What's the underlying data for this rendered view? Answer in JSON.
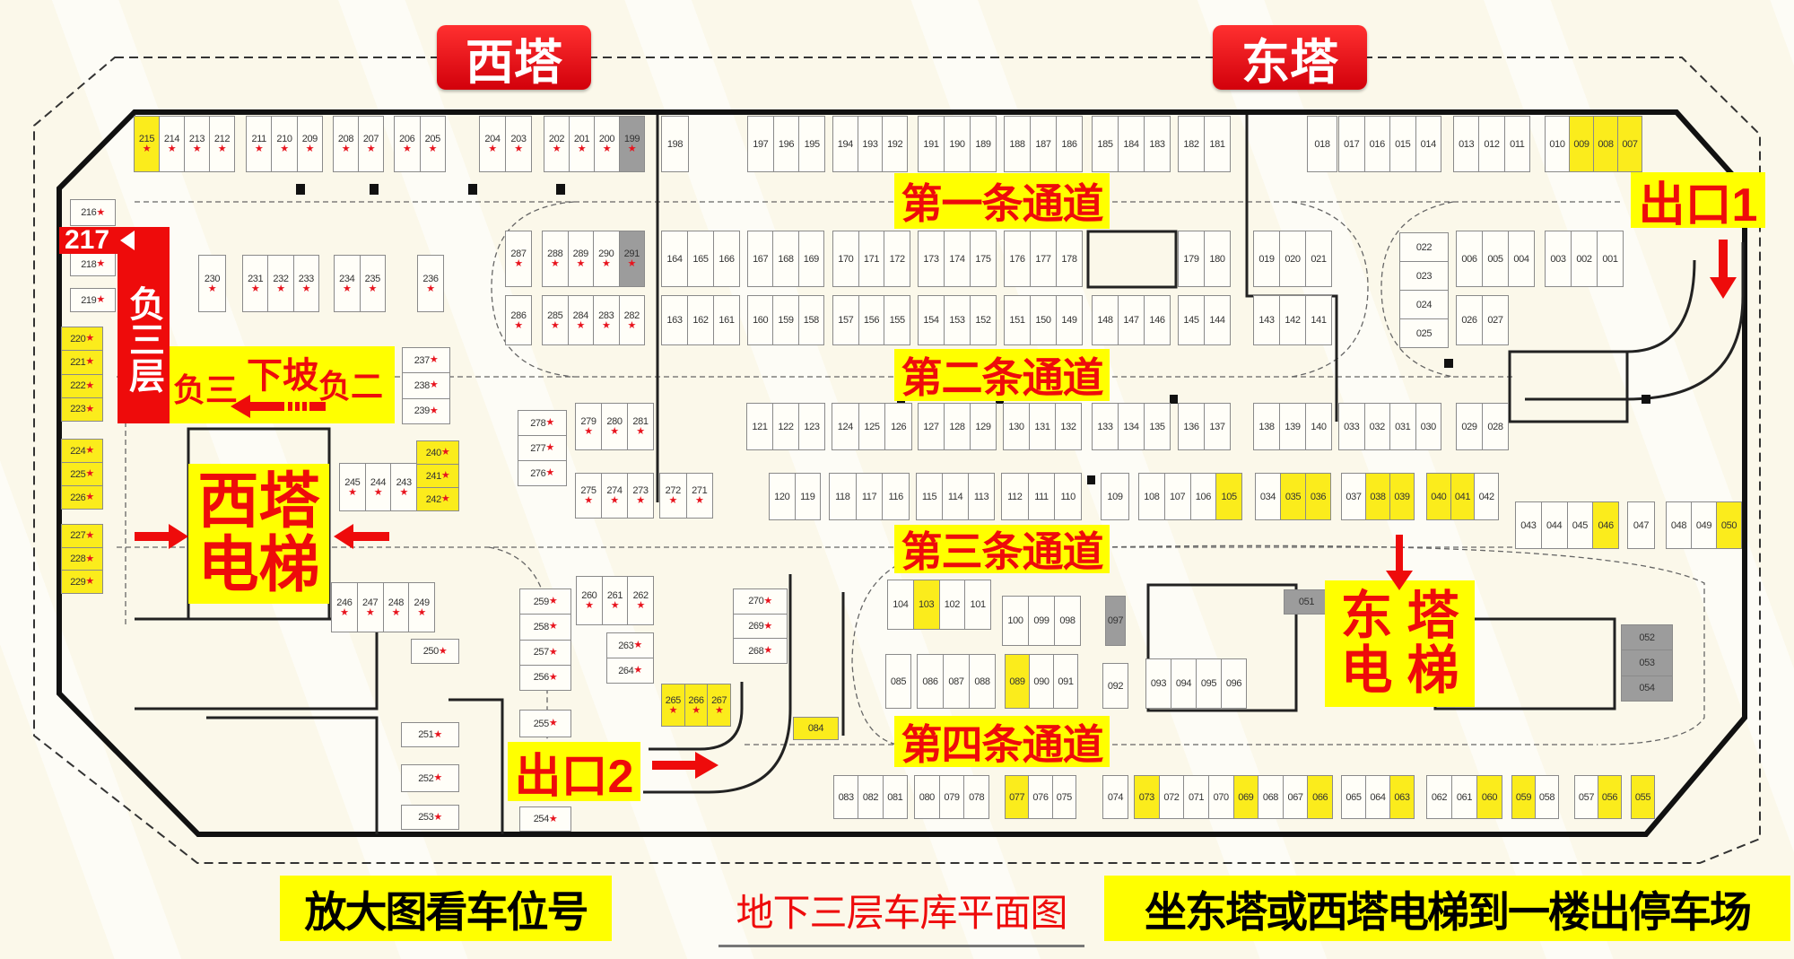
{
  "header": {
    "west_tower": "西塔",
    "east_tower": "东塔"
  },
  "lanes": [
    "第一条通道",
    "第二条通道",
    "第三条通道",
    "第四条通道"
  ],
  "exits": {
    "exit1": "出口1",
    "exit2": "出口2"
  },
  "elevators": {
    "west": {
      "line1": "西塔",
      "line2": "电梯"
    },
    "east": {
      "line1": "东 塔",
      "line2": "电 梯"
    }
  },
  "level_marker": {
    "spot": "217",
    "level": "负三层"
  },
  "ramp": {
    "from": "负三",
    "label": "下坡",
    "to": "负二"
  },
  "footer": {
    "hint_left": "放大图看车位号",
    "title": "地下三层车库平面图",
    "hint_right": "坐东塔或西塔电梯到一楼出停车场"
  },
  "colors": {
    "highlight_yellow": "#fbec1c",
    "accent_red": "#ee0b0b",
    "reserved_gray": "#9c9c9c"
  },
  "status": {
    "starred_min": 199,
    "starred_max": 291,
    "yellow": [
      "215",
      "220",
      "221",
      "222",
      "223",
      "224",
      "225",
      "226",
      "227",
      "228",
      "229",
      "240",
      "241",
      "242",
      "265",
      "266",
      "267",
      "009",
      "008",
      "007",
      "105",
      "035",
      "036",
      "038",
      "039",
      "040",
      "041",
      "046",
      "050",
      "103",
      "089",
      "084",
      "077",
      "073",
      "069",
      "066",
      "063",
      "060",
      "059",
      "056",
      "055"
    ],
    "gray": [
      "199",
      "291",
      "097",
      "051",
      "052",
      "053",
      "054"
    ]
  },
  "spots": {
    "top_w1": [
      "215",
      "214",
      "213",
      "212"
    ],
    "top_w2": [
      "211",
      "210",
      "209"
    ],
    "top_w3": [
      "208",
      "207"
    ],
    "top_w4": [
      "206",
      "205"
    ],
    "top_w5": [
      "204",
      "203"
    ],
    "top_w6": [
      "202",
      "201",
      "200",
      "199"
    ],
    "top_m0": [
      "198"
    ],
    "top_m1": [
      "197",
      "196",
      "195"
    ],
    "top_m2": [
      "194",
      "193",
      "192"
    ],
    "top_m3": [
      "191",
      "190",
      "189"
    ],
    "top_m4": [
      "188",
      "187",
      "186"
    ],
    "top_m5": [
      "185",
      "184",
      "183"
    ],
    "top_m6": [
      "182",
      "181"
    ],
    "top_e1": [
      "018"
    ],
    "top_e2": [
      "017",
      "016",
      "015",
      "014"
    ],
    "top_e3": [
      "013",
      "012",
      "011"
    ],
    "top_e4": [
      "010",
      "009",
      "008",
      "007"
    ],
    "w_216": [
      "216"
    ],
    "w_218": [
      "218"
    ],
    "w_219": [
      "219"
    ],
    "w_220": [
      "220",
      "221",
      "222",
      "223"
    ],
    "w_224": [
      "224",
      "225",
      "226"
    ],
    "w_227": [
      "227",
      "228",
      "229"
    ],
    "w_230": [
      "230"
    ],
    "w_231": [
      "231",
      "232",
      "233"
    ],
    "w_234": [
      "234",
      "235"
    ],
    "w_236": [
      "236"
    ],
    "w_237": [
      "237",
      "238",
      "239"
    ],
    "w_240": [
      "240",
      "241",
      "242"
    ],
    "w_245": [
      "245",
      "244",
      "243"
    ],
    "w_246": [
      "246",
      "247",
      "248",
      "249"
    ],
    "w_250": [
      "250"
    ],
    "w_251": [
      "251"
    ],
    "w_252": [
      "252"
    ],
    "w_253": [
      "253"
    ],
    "b1_287": [
      "287"
    ],
    "b1_288": [
      "288",
      "289",
      "290",
      "291"
    ],
    "b2_286": [
      "286"
    ],
    "b2_285": [
      "285",
      "284",
      "283",
      "282"
    ],
    "b1_m1": [
      "164",
      "165",
      "166"
    ],
    "b1_m2": [
      "167",
      "168",
      "169"
    ],
    "b1_m3": [
      "170",
      "171",
      "172"
    ],
    "b1_m4": [
      "173",
      "174",
      "175"
    ],
    "b1_m5": [
      "176",
      "177",
      "178"
    ],
    "b1_m6": [
      "179",
      "180"
    ],
    "b2_m1": [
      "163",
      "162",
      "161"
    ],
    "b2_m2": [
      "160",
      "159",
      "158"
    ],
    "b2_m3": [
      "157",
      "156",
      "155"
    ],
    "b2_m4": [
      "154",
      "153",
      "152"
    ],
    "b2_m5": [
      "151",
      "150",
      "149"
    ],
    "b2_m6": [
      "148",
      "147",
      "146"
    ],
    "b2_m7": [
      "145",
      "144"
    ],
    "b1_e1": [
      "019",
      "020",
      "021"
    ],
    "b2_e1": [
      "143",
      "142",
      "141"
    ],
    "b_022": [
      "022",
      "023",
      "024",
      "025"
    ],
    "b1_e2": [
      "006",
      "005",
      "004"
    ],
    "b1_e3": [
      "003",
      "002",
      "001"
    ],
    "b2_e2": [
      "026",
      "027"
    ],
    "d_278": [
      "278",
      "277",
      "276"
    ],
    "d_279": [
      "279",
      "280",
      "281"
    ],
    "d_m1": [
      "121",
      "122",
      "123"
    ],
    "d_m2": [
      "124",
      "125",
      "126"
    ],
    "d_m3": [
      "127",
      "128",
      "129"
    ],
    "d_m4": [
      "130",
      "131",
      "132"
    ],
    "d_m5": [
      "133",
      "134",
      "135"
    ],
    "d_m6": [
      "136",
      "137"
    ],
    "d_e1": [
      "138",
      "139",
      "140"
    ],
    "d_e2": [
      "033",
      "032",
      "031",
      "030"
    ],
    "d_e3": [
      "029",
      "028"
    ],
    "e_275": [
      "275",
      "274",
      "273"
    ],
    "e_272": [
      "272",
      "271"
    ],
    "e_m1": [
      "120",
      "119"
    ],
    "e_m2": [
      "118",
      "117",
      "116"
    ],
    "e_m3": [
      "115",
      "114",
      "113"
    ],
    "e_m4": [
      "112",
      "111",
      "110"
    ],
    "e_m5": [
      "109"
    ],
    "e_m6": [
      "108",
      "107",
      "106",
      "105"
    ],
    "e_e1": [
      "034",
      "035",
      "036"
    ],
    "e_e2": [
      "037",
      "038",
      "039"
    ],
    "e_e3": [
      "040",
      "041",
      "042"
    ],
    "e2_1": [
      "043",
      "044",
      "045",
      "046"
    ],
    "e2_2": [
      "047"
    ],
    "e2_3": [
      "048",
      "049",
      "050"
    ],
    "s_259": [
      "259",
      "258",
      "257",
      "256"
    ],
    "s_260": [
      "260",
      "261",
      "262"
    ],
    "s_263": [
      "263",
      "264"
    ],
    "s_265": [
      "265",
      "266",
      "267"
    ],
    "s_255": [
      "255"
    ],
    "s_254": [
      "254"
    ],
    "s_270": [
      "270",
      "269",
      "268"
    ],
    "c_104": [
      "104",
      "103",
      "102",
      "101"
    ],
    "c_100": [
      "100",
      "099",
      "098"
    ],
    "c_097": [
      "097"
    ],
    "c_085": [
      "085"
    ],
    "c_086": [
      "086",
      "087",
      "088"
    ],
    "c_089": [
      "089",
      "090",
      "091"
    ],
    "c_092": [
      "092"
    ],
    "c_093": [
      "093",
      "094",
      "095",
      "096"
    ],
    "c_051": [
      "051"
    ],
    "c_052": [
      "052",
      "053",
      "054"
    ],
    "c_084": [
      "084"
    ],
    "f_1": [
      "083",
      "082",
      "081"
    ],
    "f_2": [
      "080",
      "079",
      "078"
    ],
    "f_3": [
      "077",
      "076",
      "075"
    ],
    "f_4": [
      "074"
    ],
    "f_5": [
      "073",
      "072",
      "071",
      "070",
      "069",
      "068",
      "067",
      "066"
    ],
    "f_6": [
      "065",
      "064",
      "063"
    ],
    "f_7": [
      "062",
      "061",
      "060"
    ],
    "f_8": [
      "059",
      "058"
    ],
    "f_9": [
      "057",
      "056"
    ],
    "f_10": [
      "055"
    ]
  }
}
